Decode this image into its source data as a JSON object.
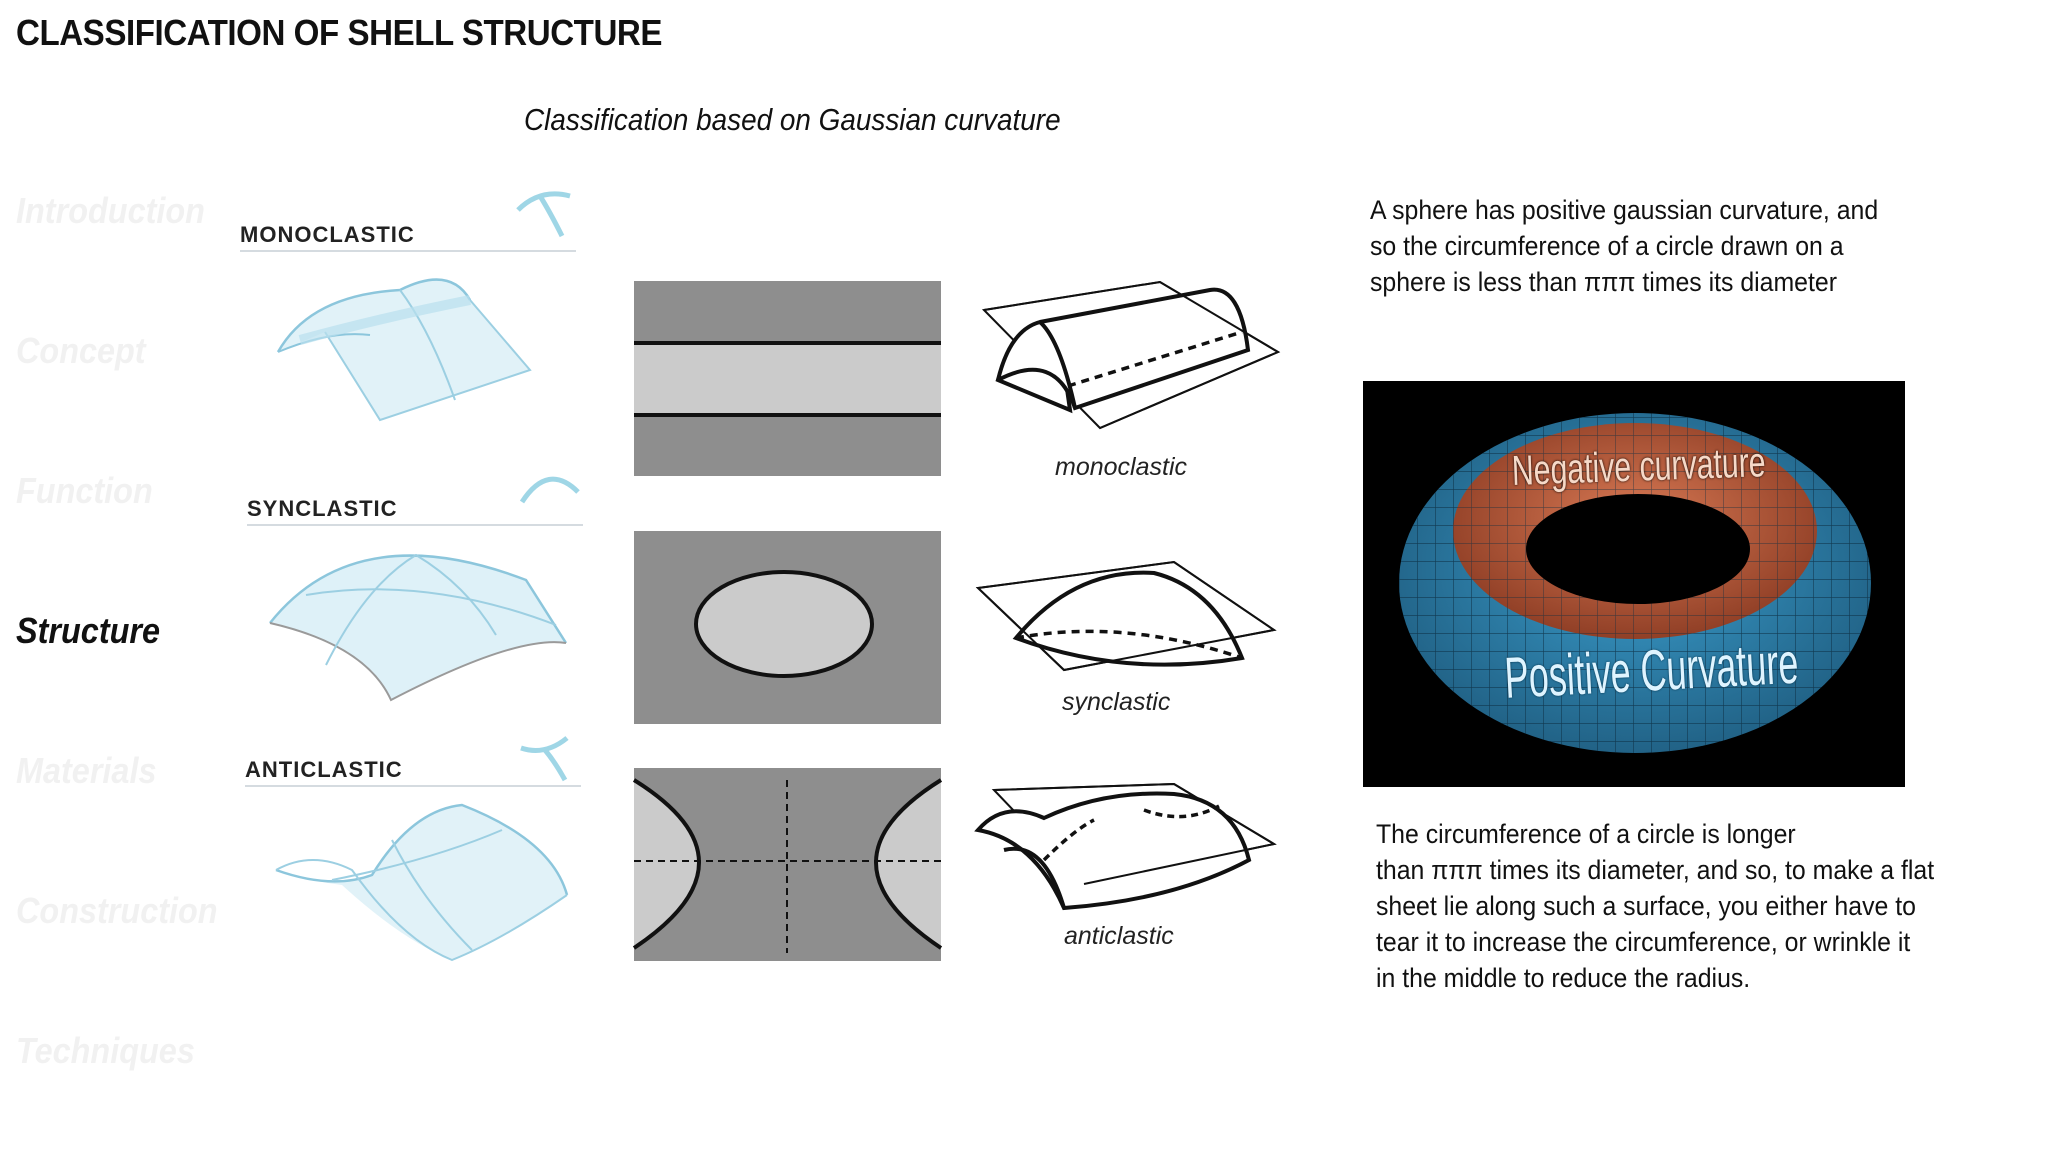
{
  "page": {
    "title": "CLASSIFICATION OF SHELL STRUCTURE",
    "subtitle": "Classification based on Gaussian curvature"
  },
  "nav": {
    "items": [
      {
        "label": "Introduction",
        "active": false
      },
      {
        "label": "Concept",
        "active": false
      },
      {
        "label": "Function",
        "active": false
      },
      {
        "label": "Structure",
        "active": true
      },
      {
        "label": "Materials",
        "active": false
      },
      {
        "label": "Construction",
        "active": false
      },
      {
        "label": "Techniques",
        "active": false
      }
    ]
  },
  "classes": [
    {
      "label": "MONOCLASTIC",
      "caption": "monoclastic"
    },
    {
      "label": "SYNCLASTIC",
      "caption": "synclastic"
    },
    {
      "label": "ANTICLASTIC",
      "caption": "anticlastic"
    }
  ],
  "notes": {
    "sphere_lines": [
      "A sphere has positive gaussian curvature, and",
      "so the circumference of a circle drawn on a",
      "sphere is less than πππ times its diameter"
    ],
    "saddle_lines": [
      "The circumference of a circle is longer",
      "than πππ times its diameter, and so, to make a flat",
      "sheet lie along such a surface, you either have to",
      "tear it to increase the circumference, or wrinkle it",
      "in the middle to reduce the radius."
    ]
  },
  "torus": {
    "negative_label": "Negative curvature",
    "positive_label": "Positive Curvature",
    "colors": {
      "outer": "#2f86b4",
      "inner": "#b75a3c",
      "background": "#000000"
    }
  },
  "colors": {
    "shell_blue": "#a9d8ea",
    "panel_dark": "#8e8e8e",
    "panel_light": "#cbcbcb"
  }
}
